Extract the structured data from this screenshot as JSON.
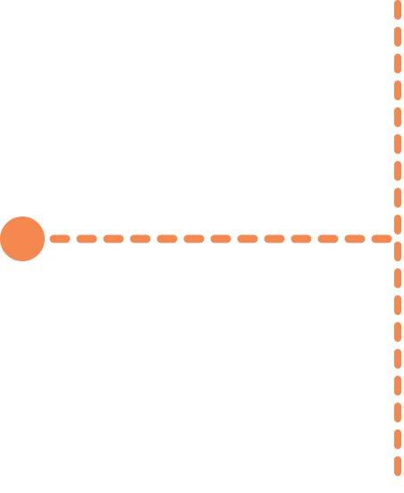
{
  "diagram": {
    "accent_color": "#f4884f",
    "background_color": "#ffffff",
    "elements": [
      "start-node",
      "horizontal-connector",
      "vertical-connector"
    ],
    "line_style": "dashed",
    "node_shape": "circle"
  }
}
